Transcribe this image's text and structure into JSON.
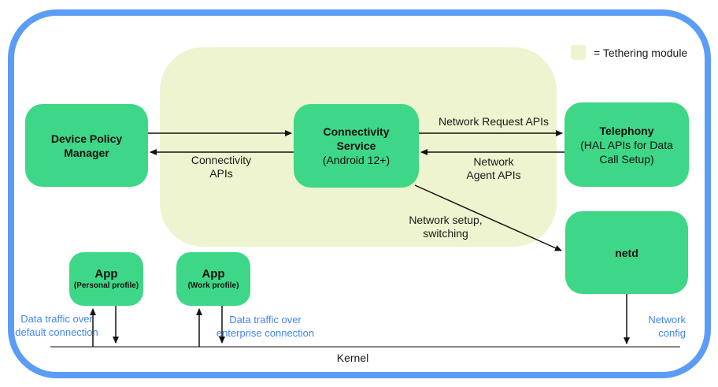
{
  "colors": {
    "node_green": "#3ed787",
    "tethering_bg": "#eef4cf",
    "border_blue": "#5b9cf5",
    "text_blue": "#4285f4",
    "ink": "#111111"
  },
  "legend": {
    "label": "= Tethering module"
  },
  "nodes": {
    "dpm": {
      "title": "Device Policy\nManager"
    },
    "connectivity": {
      "title": "Connectivity\nService",
      "subtitle": "(Android 12+)"
    },
    "telephony": {
      "title": "Telephony",
      "subtitle": "(HAL APIs for Data\nCall Setup)"
    },
    "netd": {
      "title": "netd"
    },
    "app_personal": {
      "title": "App",
      "subtitle": "(Personal profile)"
    },
    "app_work": {
      "title": "App",
      "subtitle": "(Work profile)"
    }
  },
  "labels": {
    "connectivity_apis": "Connectivity\nAPIs",
    "network_request_apis": "Network Request APIs",
    "network_agent_apis": "Network\nAgent APIs",
    "network_setup": "Network setup,\nswitching",
    "kernel": "Kernel",
    "data_traffic_default": "Data traffic over\ndefault connection",
    "data_traffic_enterprise": "Data traffic over\nenterprise connection",
    "network_config": "Network\nconfig"
  }
}
